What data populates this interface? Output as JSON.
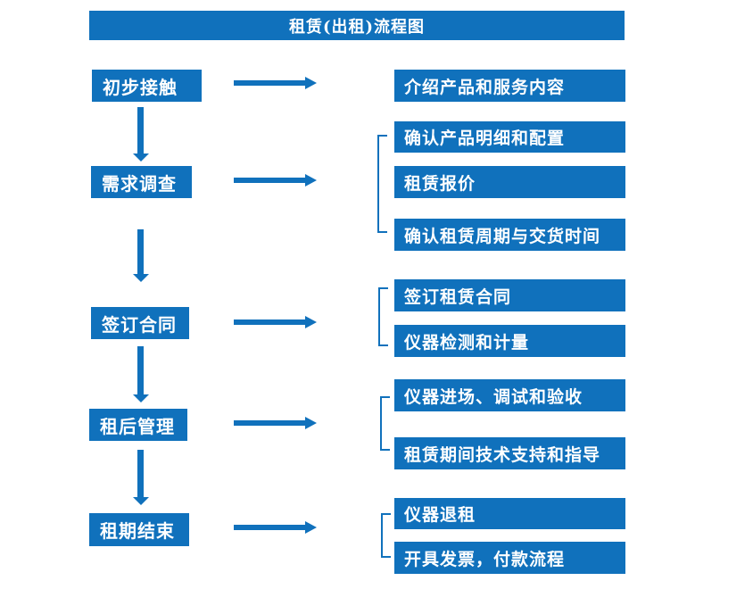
{
  "title": "租赁(出租)流程图",
  "colors": {
    "primary": "#1071BC",
    "box_text": "#FFFFFF",
    "background": "#FFFFFF"
  },
  "stages": [
    {
      "label": "初步接触",
      "details": [
        "介绍产品和服务内容"
      ]
    },
    {
      "label": "需求调查",
      "details": [
        "确认产品明细和配置",
        "租赁报价",
        "确认租赁周期与交货时间"
      ]
    },
    {
      "label": "签订合同",
      "details": [
        "签订租赁合同",
        "仪器检测和计量"
      ]
    },
    {
      "label": "租后管理",
      "details": [
        "仪器进场、调试和验收",
        "租赁期间技术支持和指导"
      ]
    },
    {
      "label": "租期结束",
      "details": [
        "仪器退租",
        "开具发票，付款流程"
      ]
    }
  ]
}
